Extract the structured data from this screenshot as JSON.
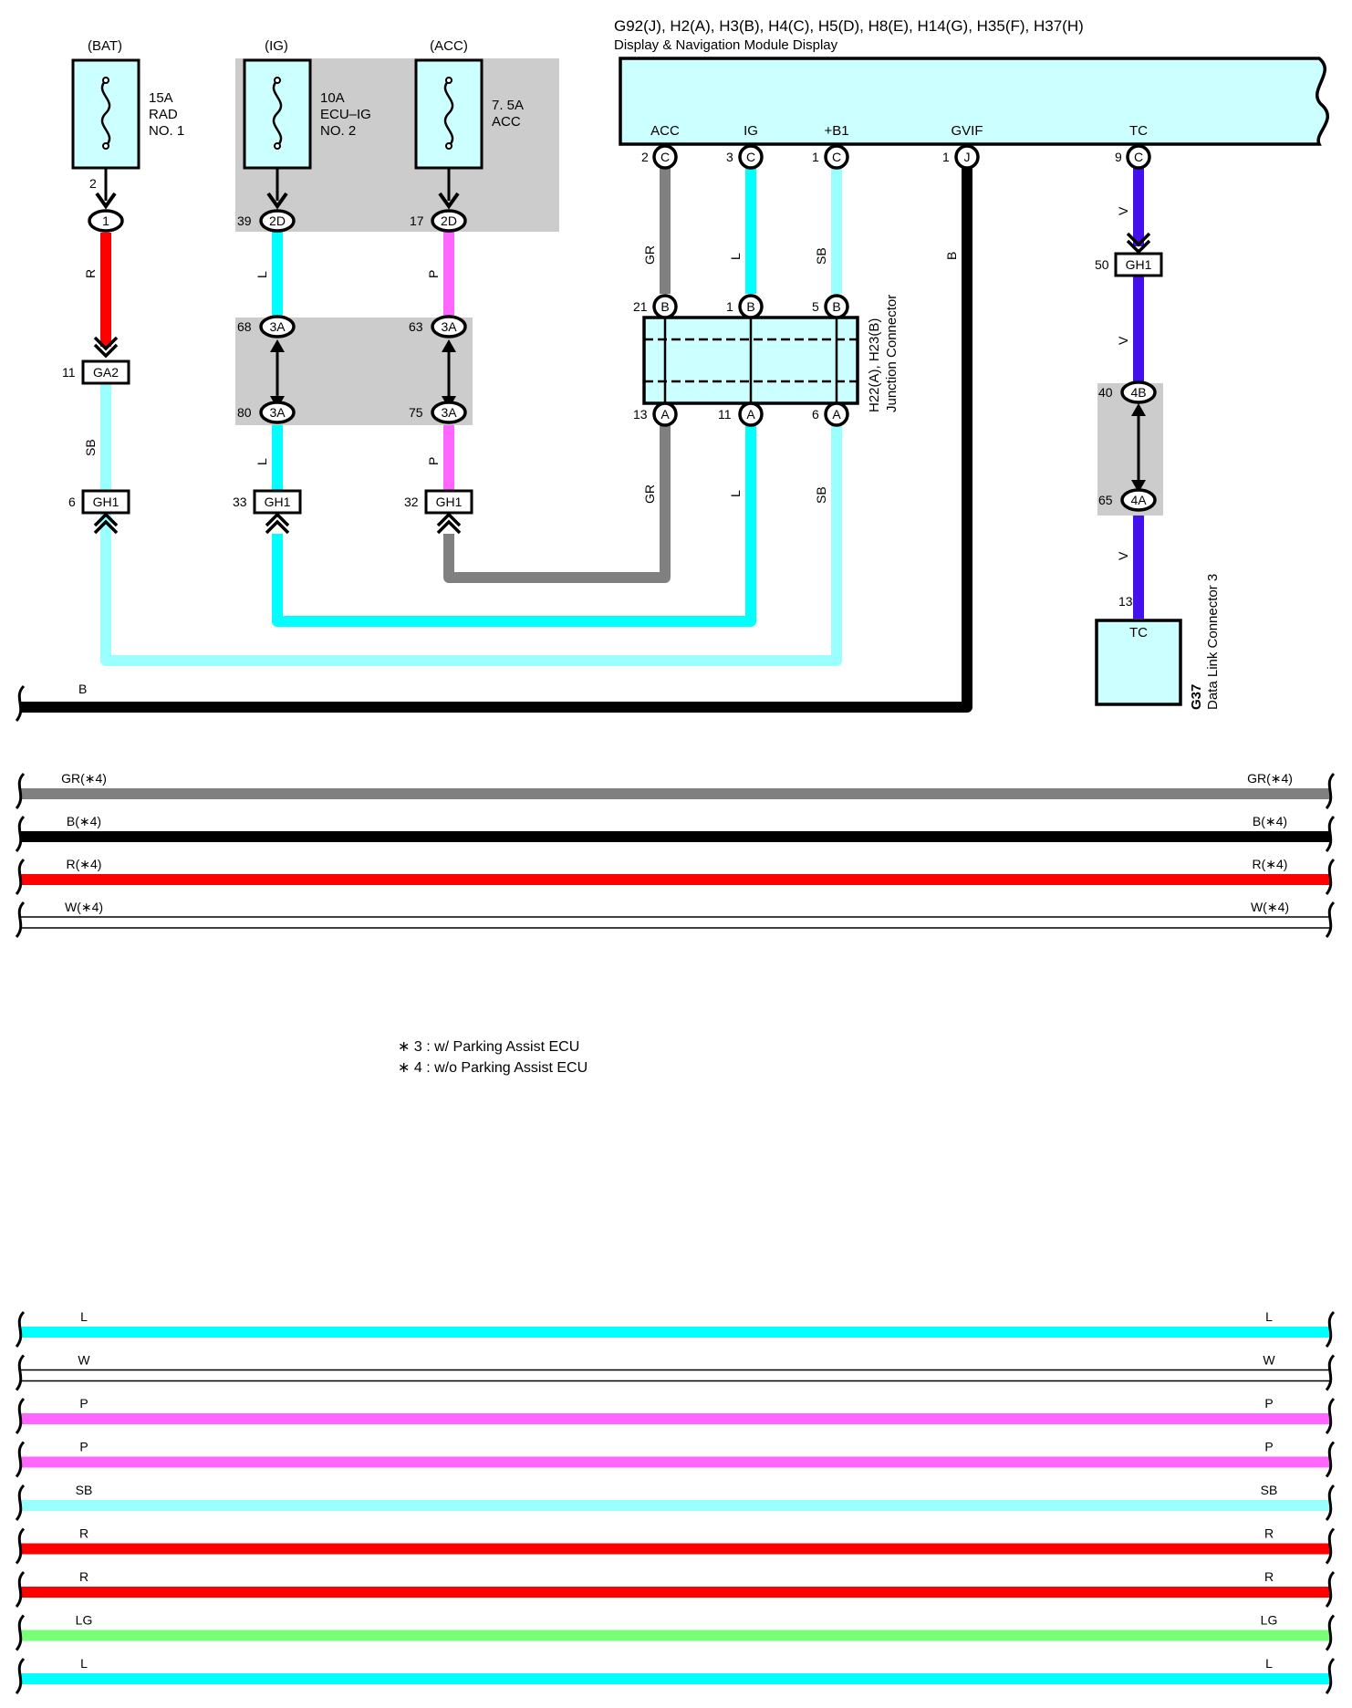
{
  "colors": {
    "R": "#ff0000",
    "L": "#00ffff",
    "P": "#ff66ff",
    "SB": "#99ffff",
    "GR": "#808080",
    "B": "#000000",
    "V": "#4411ee",
    "W": "#ffffff",
    "LG": "#77ff77",
    "module_fill": "#ccffff",
    "shade": "#cccccc"
  },
  "fuses": [
    {
      "source": "(BAT)",
      "line1": "15A",
      "line2": "RAD",
      "line3": "NO. 1"
    },
    {
      "source": "(IG)",
      "line1": "10A",
      "line2": "ECU–IG",
      "line3": "NO. 2"
    },
    {
      "source": "(ACC)",
      "line1": "7. 5A",
      "line2": "ACC",
      "line3": ""
    }
  ],
  "module": {
    "title": "G92(J), H2(A), H3(B), H4(C), H5(D), H8(E), H14(G), H35(F), H37(H)",
    "subtitle": "Display & Navigation Module Display",
    "pins": [
      {
        "name": "ACC",
        "num": "2",
        "conn": "C"
      },
      {
        "name": "IG",
        "num": "3",
        "conn": "C"
      },
      {
        "name": "+B1",
        "num": "1",
        "conn": "C"
      },
      {
        "name": "GVIF",
        "num": "1",
        "conn": "J"
      },
      {
        "name": "TC",
        "num": "9",
        "conn": "C"
      }
    ]
  },
  "junction": {
    "name": "H22(A), H23(B)",
    "desc": "Junction Connector",
    "top_pins": [
      {
        "num": "21",
        "conn": "B"
      },
      {
        "num": "1",
        "conn": "B"
      },
      {
        "num": "5",
        "conn": "B"
      }
    ],
    "bottom_pins": [
      {
        "num": "13",
        "conn": "A"
      },
      {
        "num": "11",
        "conn": "A"
      },
      {
        "num": "6",
        "conn": "A"
      }
    ]
  },
  "dlc": {
    "id": "G37",
    "name": "Data Link Connector 3",
    "pin": "TC",
    "pin_num": "13"
  },
  "connectors": {
    "bat_pin_num": "2",
    "bat_pin": "1",
    "ga2_num": "11",
    "ga2": "GA2",
    "gh1_bat_num": "6",
    "gh1_ig_num": "33",
    "gh1_acc_num": "32",
    "gh1": "GH1",
    "ig_2d_num": "39",
    "acc_2d_num": "17",
    "c2d": "2D",
    "ig_3a_top_num": "68",
    "acc_3a_top_num": "63",
    "ig_3a_bot_num": "80",
    "acc_3a_bot_num": "75",
    "c3a": "3A",
    "tc_gh1_num": "50",
    "c4b_num": "40",
    "c4b": "4B",
    "c4a_num": "65",
    "c4a": "4A"
  },
  "wire_labels": {
    "bat_top": "R",
    "bat_bot": "SB",
    "ig_top": "L",
    "ig_bot": "L",
    "acc_top": "P",
    "acc_bot": "P",
    "mod_acc_top": "GR",
    "mod_ig_top": "L",
    "mod_b1_top": "SB",
    "mod_gvif": "B",
    "mod_acc_bot": "GR",
    "mod_ig_bot": "L",
    "mod_b1_bot": "SB",
    "tc_1": "V",
    "tc_2": "V",
    "tc_3": "V",
    "ground": "B"
  },
  "harness_mid": [
    {
      "label": "GR(∗4)",
      "color": "GR"
    },
    {
      "label": "B(∗4)",
      "color": "B"
    },
    {
      "label": "R(∗4)",
      "color": "R"
    },
    {
      "label": "W(∗4)",
      "color": "W"
    }
  ],
  "notes": [
    "∗ 3 : w/ Parking Assist ECU",
    "∗ 4 : w/o Parking Assist ECU"
  ],
  "harness_bottom": [
    {
      "label": "L",
      "color": "L"
    },
    {
      "label": "W",
      "color": "W"
    },
    {
      "label": "P",
      "color": "P"
    },
    {
      "label": "P",
      "color": "P"
    },
    {
      "label": "SB",
      "color": "SB"
    },
    {
      "label": "R",
      "color": "R"
    },
    {
      "label": "R",
      "color": "R"
    },
    {
      "label": "LG",
      "color": "LG"
    },
    {
      "label": "L",
      "color": "L"
    }
  ]
}
